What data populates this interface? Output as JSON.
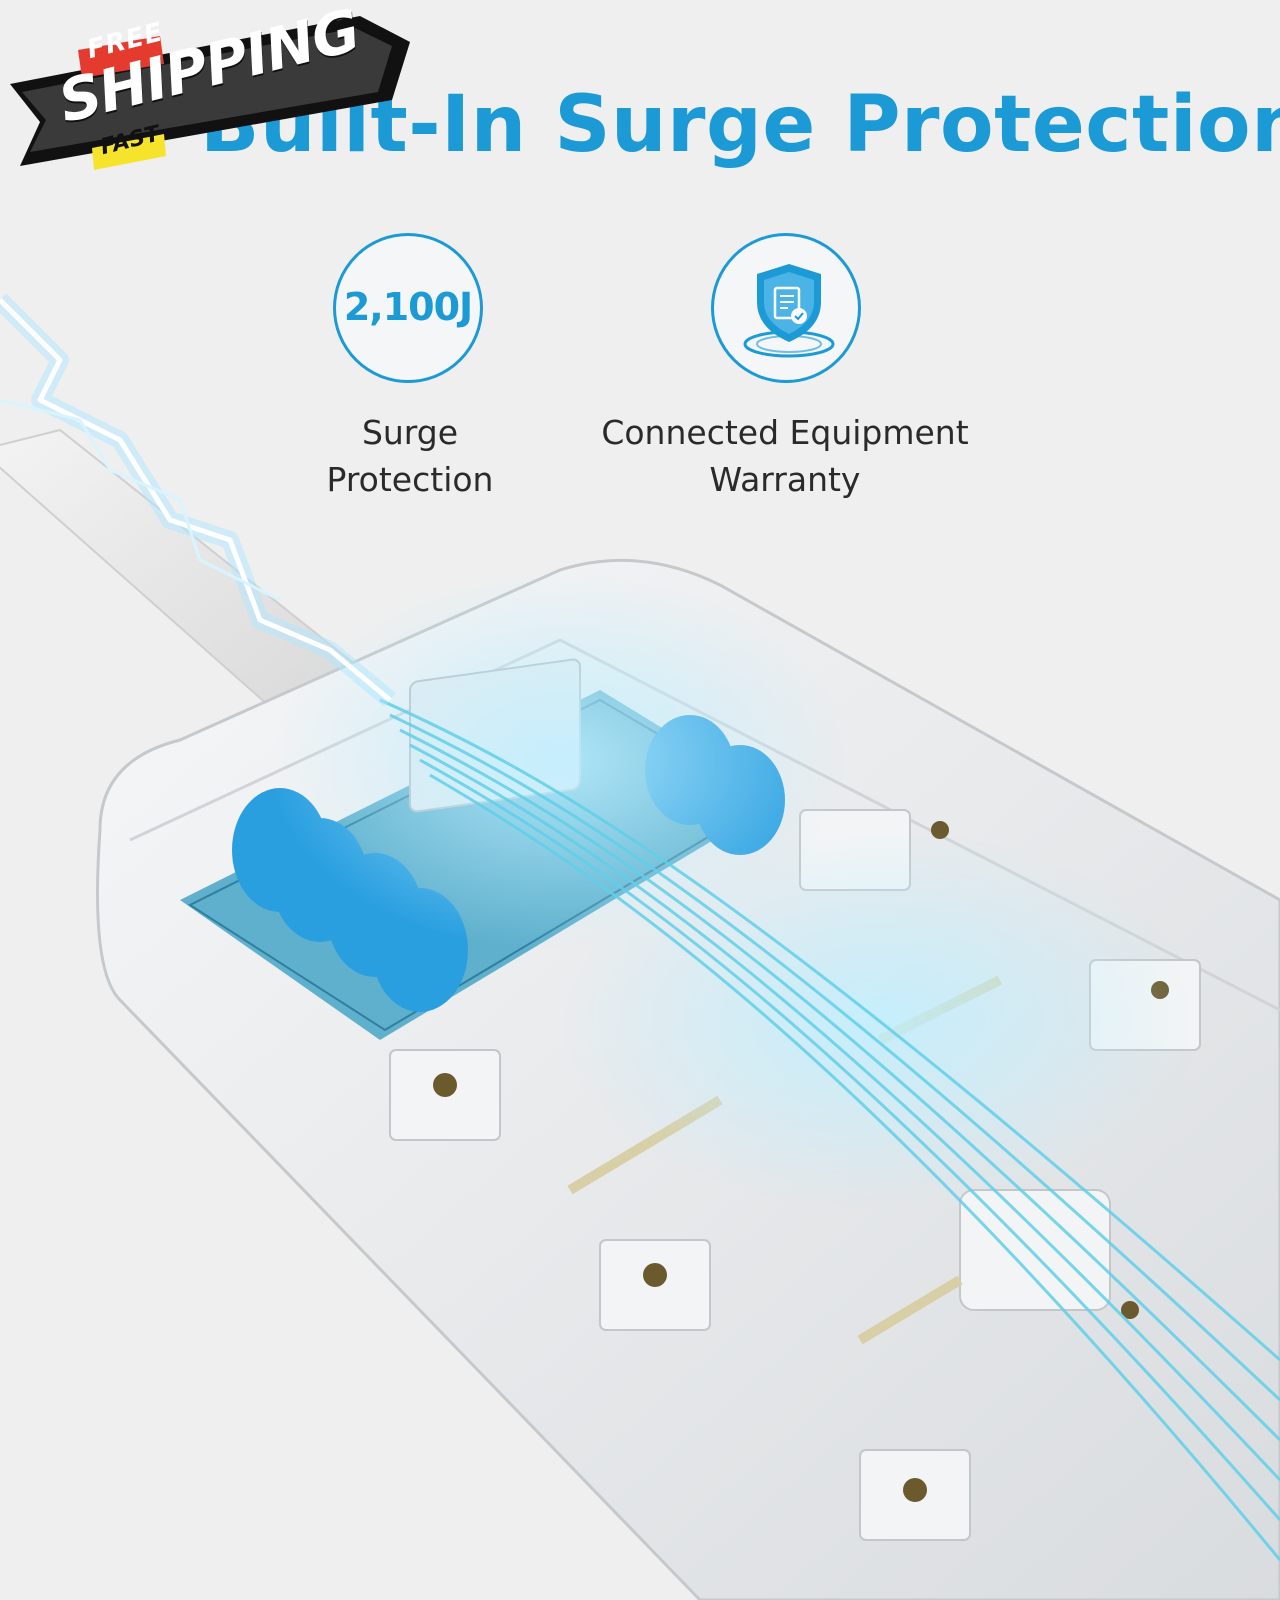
{
  "headline": "Built-In Surge Protection",
  "features": [
    {
      "value": "2,100J",
      "caption_line1": "Surge",
      "caption_line2": "Protection"
    },
    {
      "icon": "shield-document-icon",
      "caption_line1": "Connected Equipment",
      "caption_line2": "Warranty"
    }
  ],
  "badge": {
    "free": "FREE",
    "shipping": "SHIPPING",
    "fast": "FAST"
  },
  "colors": {
    "accent": "#1b9ad6",
    "mov_blue": "#2a9fe0",
    "board": "#4fa8c9",
    "background": "#efefef"
  }
}
